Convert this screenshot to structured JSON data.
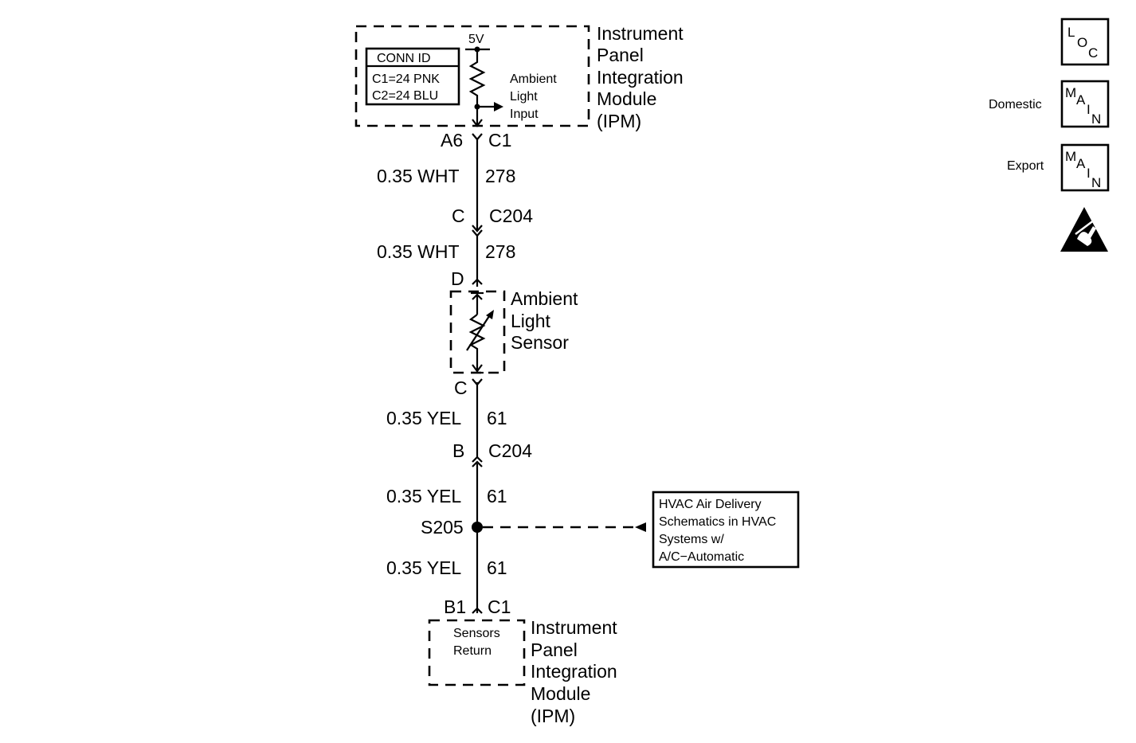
{
  "ipm_top": {
    "name_lines": [
      "Instrument",
      "Panel",
      "Integration",
      "Module",
      "(IPM)"
    ],
    "conn_id": {
      "title": "CONN ID",
      "rows": [
        "C1=24 PNK",
        "C2=24 BLU"
      ]
    },
    "voltage": "5V",
    "input_lines": [
      "Ambient",
      "Light",
      "Input"
    ],
    "pin": "A6",
    "connector": "C1"
  },
  "wire1": {
    "gauge_color": "0.35 WHT",
    "circuit": "278"
  },
  "c204_top": {
    "pin": "C",
    "connector": "C204"
  },
  "wire2": {
    "gauge_color": "0.35 WHT",
    "circuit": "278"
  },
  "sensor": {
    "pin_top": "D",
    "pin_bottom": "C",
    "name_lines": [
      "Ambient",
      "Light",
      "Sensor"
    ]
  },
  "wire3": {
    "gauge_color": "0.35 YEL",
    "circuit": "61"
  },
  "c204_bottom": {
    "pin": "B",
    "connector": "C204"
  },
  "wire4": {
    "gauge_color": "0.35 YEL",
    "circuit": "61"
  },
  "splice": {
    "label": "S205"
  },
  "reference_box": {
    "lines": [
      "HVAC Air Delivery",
      "Schematics in HVAC",
      "Systems w/",
      "A/C−Automatic"
    ]
  },
  "wire5": {
    "gauge_color": "0.35 YEL",
    "circuit": "61"
  },
  "ipm_bottom": {
    "pin": "B1",
    "connector": "C1",
    "function_lines": [
      "Sensors",
      "Return"
    ],
    "name_lines": [
      "Instrument",
      "Panel",
      "Integration",
      "Module",
      "(IPM)"
    ]
  },
  "legend": {
    "loc": {
      "letters": [
        "L",
        "O",
        "C"
      ]
    },
    "domestic": {
      "label": "Domestic",
      "letters": [
        "M",
        "A",
        "I",
        "N"
      ]
    },
    "export": {
      "label": "Export",
      "letters": [
        "M",
        "A",
        "I",
        "N"
      ]
    },
    "esd_icon": "esd-sensitive-icon"
  }
}
